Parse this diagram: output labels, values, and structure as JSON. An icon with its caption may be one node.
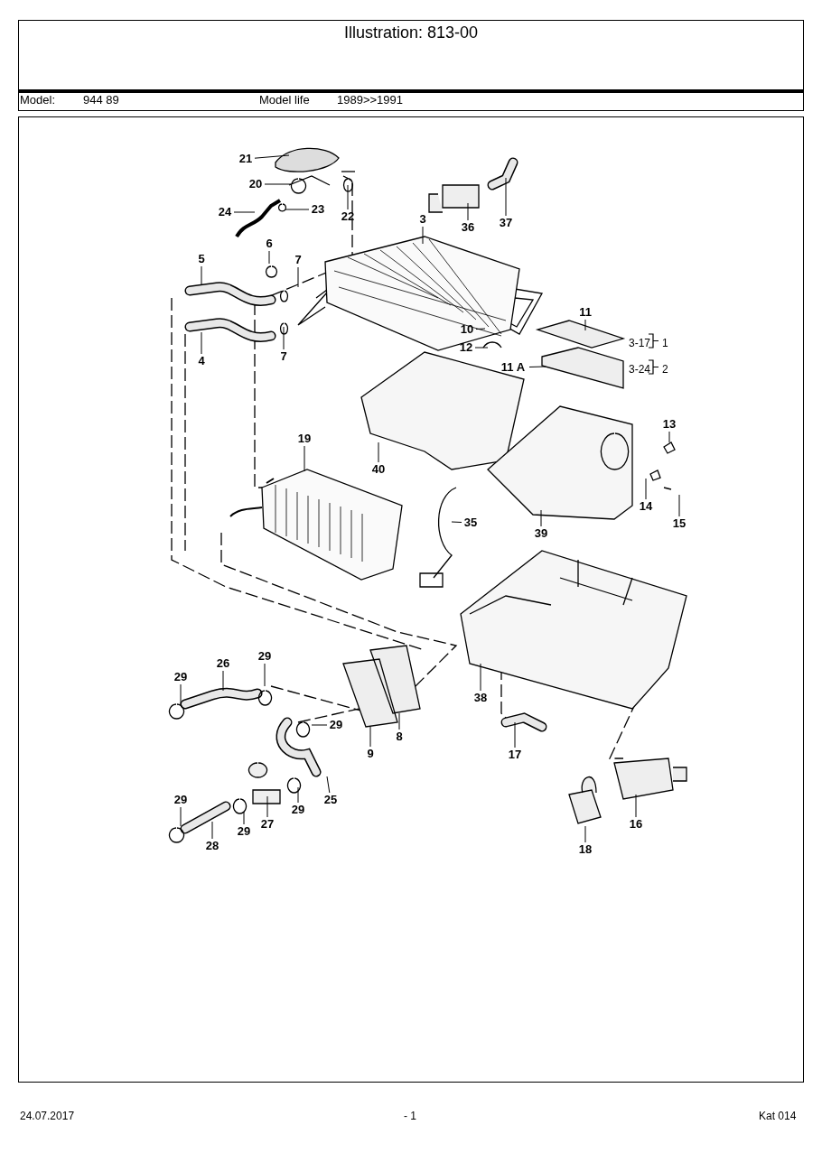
{
  "diagram": {
    "title": "Illustration: 813-00",
    "nodes": [
      {
        "text": [
          "21"
        ]
      },
      {
        "text": [
          "20"
        ]
      },
      {
        "text": [
          "23"
        ]
      },
      {
        "text": [
          "22"
        ]
      },
      {
        "text": [
          "24"
        ]
      },
      {
        "text": [
          "36"
        ]
      },
      {
        "text": [
          "37"
        ]
      },
      {
        "text": [
          "3"
        ]
      },
      {
        "text": [
          "5"
        ]
      },
      {
        "text": [
          "6"
        ]
      },
      {
        "text": [
          "7"
        ]
      },
      {
        "text": [
          "7"
        ]
      },
      {
        "text": [
          "4"
        ]
      },
      {
        "text": [
          "10"
        ]
      },
      {
        "text": [
          "11"
        ]
      },
      {
        "text": [
          "12"
        ]
      },
      {
        "text": [
          "11 A"
        ]
      },
      {
        "text": [
          "13"
        ]
      },
      {
        "text": [
          "19"
        ]
      },
      {
        "text": [
          "40"
        ]
      },
      {
        "text": [
          "14"
        ]
      },
      {
        "text": [
          "15"
        ]
      },
      {
        "text": [
          "35"
        ]
      },
      {
        "text": [
          "39"
        ]
      },
      {
        "text": [
          "29"
        ]
      },
      {
        "text": [
          "26"
        ]
      },
      {
        "text": [
          "29"
        ]
      },
      {
        "text": [
          "38"
        ]
      },
      {
        "text": [
          "29"
        ]
      },
      {
        "text": [
          "9"
        ]
      },
      {
        "text": [
          "8"
        ]
      },
      {
        "text": [
          "17"
        ]
      },
      {
        "text": [
          "25"
        ]
      },
      {
        "text": [
          "29"
        ]
      },
      {
        "text": [
          "29"
        ]
      },
      {
        "text": [
          "27"
        ]
      },
      {
        "text": [
          "29"
        ]
      },
      {
        "text": [
          "16"
        ]
      },
      {
        "text": [
          "28"
        ]
      },
      {
        "text": [
          "18"
        ]
      },
      {
        "text": [],
        "shape": "picture"
      }
    ],
    "edges": [
      {
        "from": 0,
        "to": null,
        "arrow": "none"
      },
      {
        "from": 1,
        "to": null,
        "arrow": "none"
      },
      {
        "from": 2,
        "to": null,
        "arrow": "none"
      },
      {
        "from": 3,
        "to": null,
        "arrow": "none"
      },
      {
        "from": 4,
        "to": null,
        "arrow": "none"
      },
      {
        "from": 5,
        "to": null,
        "arrow": "none"
      },
      {
        "from": 6,
        "to": null,
        "arrow": "none"
      },
      {
        "from": 7,
        "to": null,
        "arrow": "none"
      },
      {
        "from": 8,
        "to": null,
        "arrow": "none"
      },
      {
        "from": 9,
        "to": null,
        "arrow": "none"
      },
      {
        "from": 10,
        "to": null,
        "arrow": "none"
      },
      {
        "from": 11,
        "to": null,
        "arrow": "none"
      },
      {
        "from": 12,
        "to": null,
        "arrow": "none"
      },
      {
        "from": 13,
        "to": null,
        "arrow": "none"
      },
      {
        "from": 14,
        "to": null,
        "arrow": "none"
      },
      {
        "from": 15,
        "to": null,
        "arrow": "none"
      },
      {
        "from": 16,
        "to": null,
        "arrow": "none"
      },
      {
        "from": 17,
        "to": null,
        "arrow": "none"
      },
      {
        "from": 18,
        "to": 40,
        "arrow": "none"
      },
      {
        "from": 19,
        "to": null,
        "arrow": "none"
      },
      {
        "from": 20,
        "to": null,
        "arrow": "none"
      },
      {
        "from": 21,
        "to": null,
        "arrow": "none"
      },
      {
        "from": 22,
        "to": null,
        "arrow": "none"
      },
      {
        "from": 23,
        "to": null,
        "arrow": "none"
      },
      {
        "from": 24,
        "to": null,
        "arrow": "none"
      },
      {
        "from": 25,
        "to": null,
        "arrow": "none"
      },
      {
        "from": 26,
        "to": null,
        "arrow": "none"
      },
      {
        "from": 27,
        "to": null,
        "arrow": "none"
      },
      {
        "from": 28,
        "to": null,
        "arrow": "none"
      },
      {
        "from": 29,
        "to": null,
        "arrow": "none"
      },
      {
        "from": 30,
        "to": null,
        "arrow": "none"
      },
      {
        "from": 31,
        "to": null,
        "arrow": "none"
      },
      {
        "from": 32,
        "to": null,
        "arrow": "none"
      },
      {
        "from": 33,
        "to": null,
        "arrow": "none"
      },
      {
        "from": 34,
        "to": null,
        "arrow": "none"
      },
      {
        "from": 35,
        "to": null,
        "arrow": "none"
      },
      {
        "from": 36,
        "to": null,
        "arrow": "none"
      },
      {
        "from": 37,
        "to": null,
        "arrow": "none"
      },
      {
        "from": 38,
        "to": null,
        "arrow": "none"
      },
      {
        "from": 39,
        "to": null,
        "arrow": "none"
      }
    ],
    "labels": [
      "Model:",
      "944 89",
      "Model life",
      "1989>>1991",
      "3-17",
      "1",
      "3-24",
      "2",
      "24.07.2017",
      "- 1",
      "Kat 014"
    ]
  }
}
